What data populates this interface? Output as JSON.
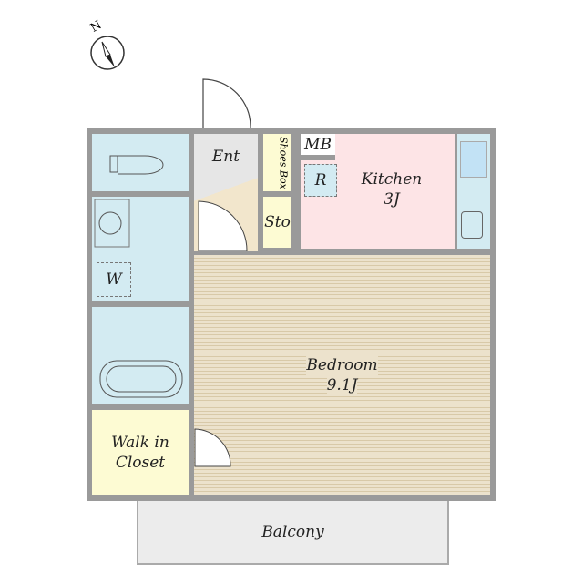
{
  "compass": {
    "label": "N"
  },
  "rooms": {
    "entrance": "Ent",
    "shoes_box": "Shoes Box",
    "storage": "Sto",
    "meter_box": "MB",
    "refrigerator": "R",
    "kitchen": {
      "name": "Kitchen",
      "size": "3J"
    },
    "washer": "W",
    "bedroom": {
      "name": "Bedroom",
      "size": "9.1J"
    },
    "closet": {
      "name": "Walk in",
      "name2": "Closet"
    },
    "balcony": "Balcony"
  },
  "colors": {
    "wall": "#9a9a9a",
    "wet": "#d3ebf2",
    "kitchen": "#fde4e6",
    "storage": "#fdfbd3"
  }
}
